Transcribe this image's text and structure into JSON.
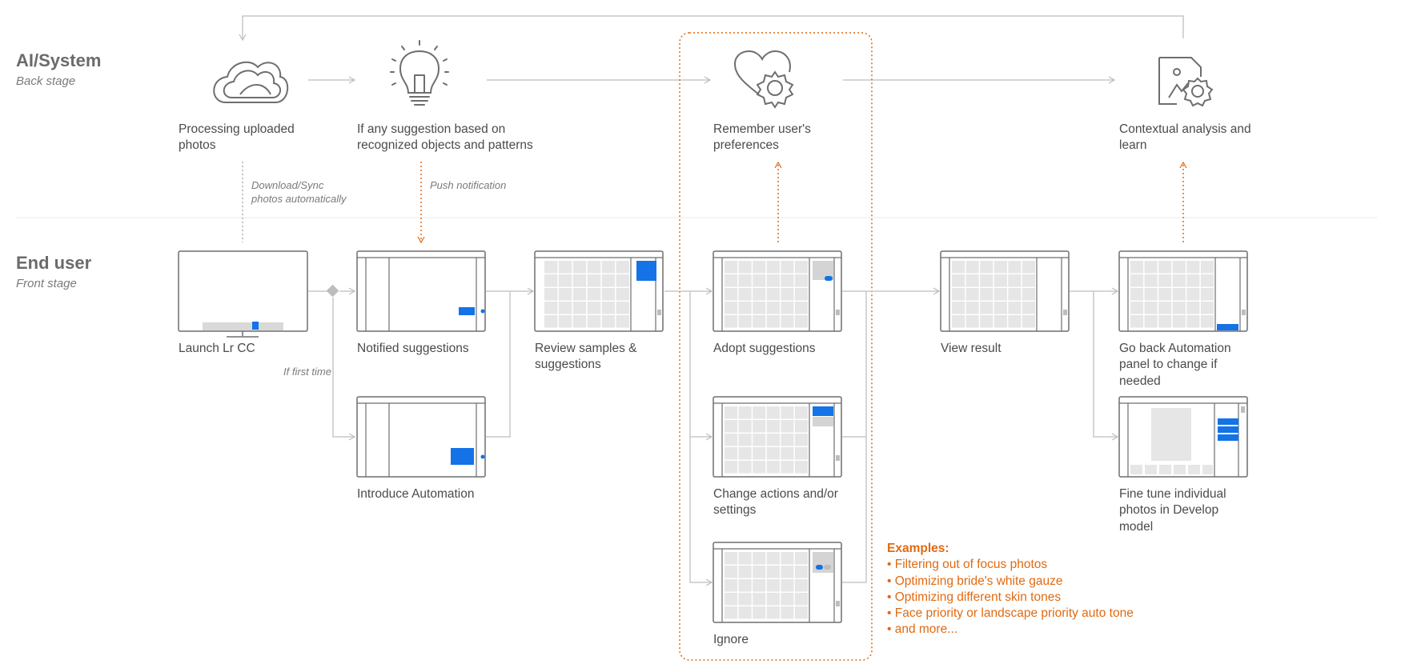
{
  "lanes": {
    "ai": {
      "title": "AI/System",
      "subtitle": "Back stage"
    },
    "user": {
      "title": "End user",
      "subtitle": "Front stage"
    }
  },
  "system_steps": [
    {
      "id": "processing",
      "icon": "creative-cloud-icon",
      "lines": [
        "Processing uploaded",
        "photos"
      ]
    },
    {
      "id": "suggestion",
      "icon": "lightbulb-icon",
      "lines": [
        "If any suggestion based on",
        "recognized objects and patterns"
      ]
    },
    {
      "id": "remember",
      "icon": "heart-gear-icon",
      "lines": [
        "Remember user's",
        "preferences"
      ]
    },
    {
      "id": "contextual",
      "icon": "document-gear-icon",
      "lines": [
        "Contextual analysis and",
        "learn"
      ]
    }
  ],
  "user_steps": [
    {
      "id": "launch",
      "lines": [
        "Launch Lr CC"
      ]
    },
    {
      "id": "notified",
      "lines": [
        "Notified suggestions"
      ]
    },
    {
      "id": "introduce",
      "lines": [
        "Introduce Automation"
      ]
    },
    {
      "id": "review",
      "lines": [
        "Review samples &",
        "suggestions"
      ]
    },
    {
      "id": "adopt",
      "lines": [
        "Adopt suggestions"
      ]
    },
    {
      "id": "change",
      "lines": [
        "Change actions and/or",
        "settings"
      ]
    },
    {
      "id": "ignore",
      "lines": [
        "Ignore"
      ]
    },
    {
      "id": "view",
      "lines": [
        "View result"
      ]
    },
    {
      "id": "goback",
      "lines": [
        "Go back Automation",
        "panel to change if",
        "needed"
      ]
    },
    {
      "id": "finetune",
      "lines": [
        "Fine tune individual",
        "photos in Develop",
        "model"
      ]
    }
  ],
  "notes": {
    "download_sync": [
      "Download/Sync",
      "photos automatically"
    ],
    "push": "Push notification",
    "first_time": "If first time"
  },
  "examples": {
    "title": "Examples:",
    "items": [
      "• Filtering out of focus photos",
      "• Optimizing bride's white gauze",
      "• Optimizing different skin tones",
      "• Face priority or landscape priority auto tone",
      "• and more..."
    ]
  },
  "colors": {
    "accent_blue": "#1473e6",
    "highlight_orange": "#e06a12",
    "line_gray": "#c8c8c8",
    "frame_gray": "#6e6e6e",
    "cell_gray": "#e6e6e6"
  }
}
